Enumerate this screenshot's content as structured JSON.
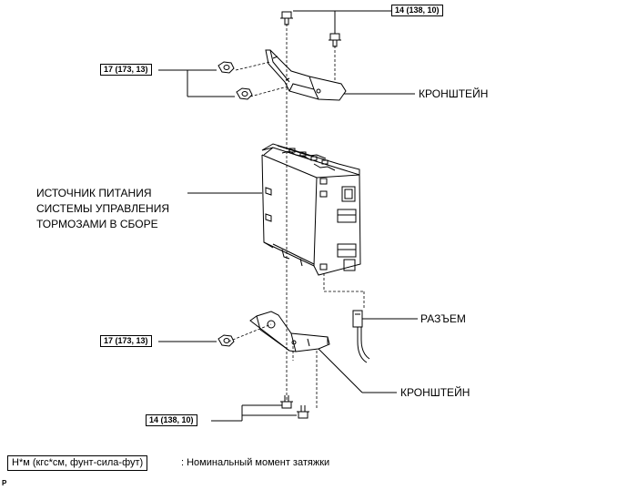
{
  "torque_specs": {
    "top_bolts": "14 (138, 10)",
    "upper_nuts": "17 (173, 13)",
    "lower_nut": "17 (173, 13)",
    "bottom_bolts": "14 (138, 10)"
  },
  "labels": {
    "upper_bracket": "КРОНШТЕЙН",
    "power_supply_line1": "ИСТОЧНИК ПИТАНИЯ",
    "power_supply_line2": "СИСТЕМЫ УПРАВЛЕНИЯ",
    "power_supply_line3": "ТОРМОЗАМИ В СБОРЕ",
    "connector": "РАЗЪЕМ",
    "lower_bracket": "КРОНШТЕЙН"
  },
  "legend": {
    "unit_box": "Н*м (кгс*см, фунт-сила-фут)",
    "description": ": Номинальный момент затяжки"
  },
  "corner_code": "P",
  "colors": {
    "line": "#000000",
    "background": "#ffffff",
    "hidden_line": "#555555"
  }
}
